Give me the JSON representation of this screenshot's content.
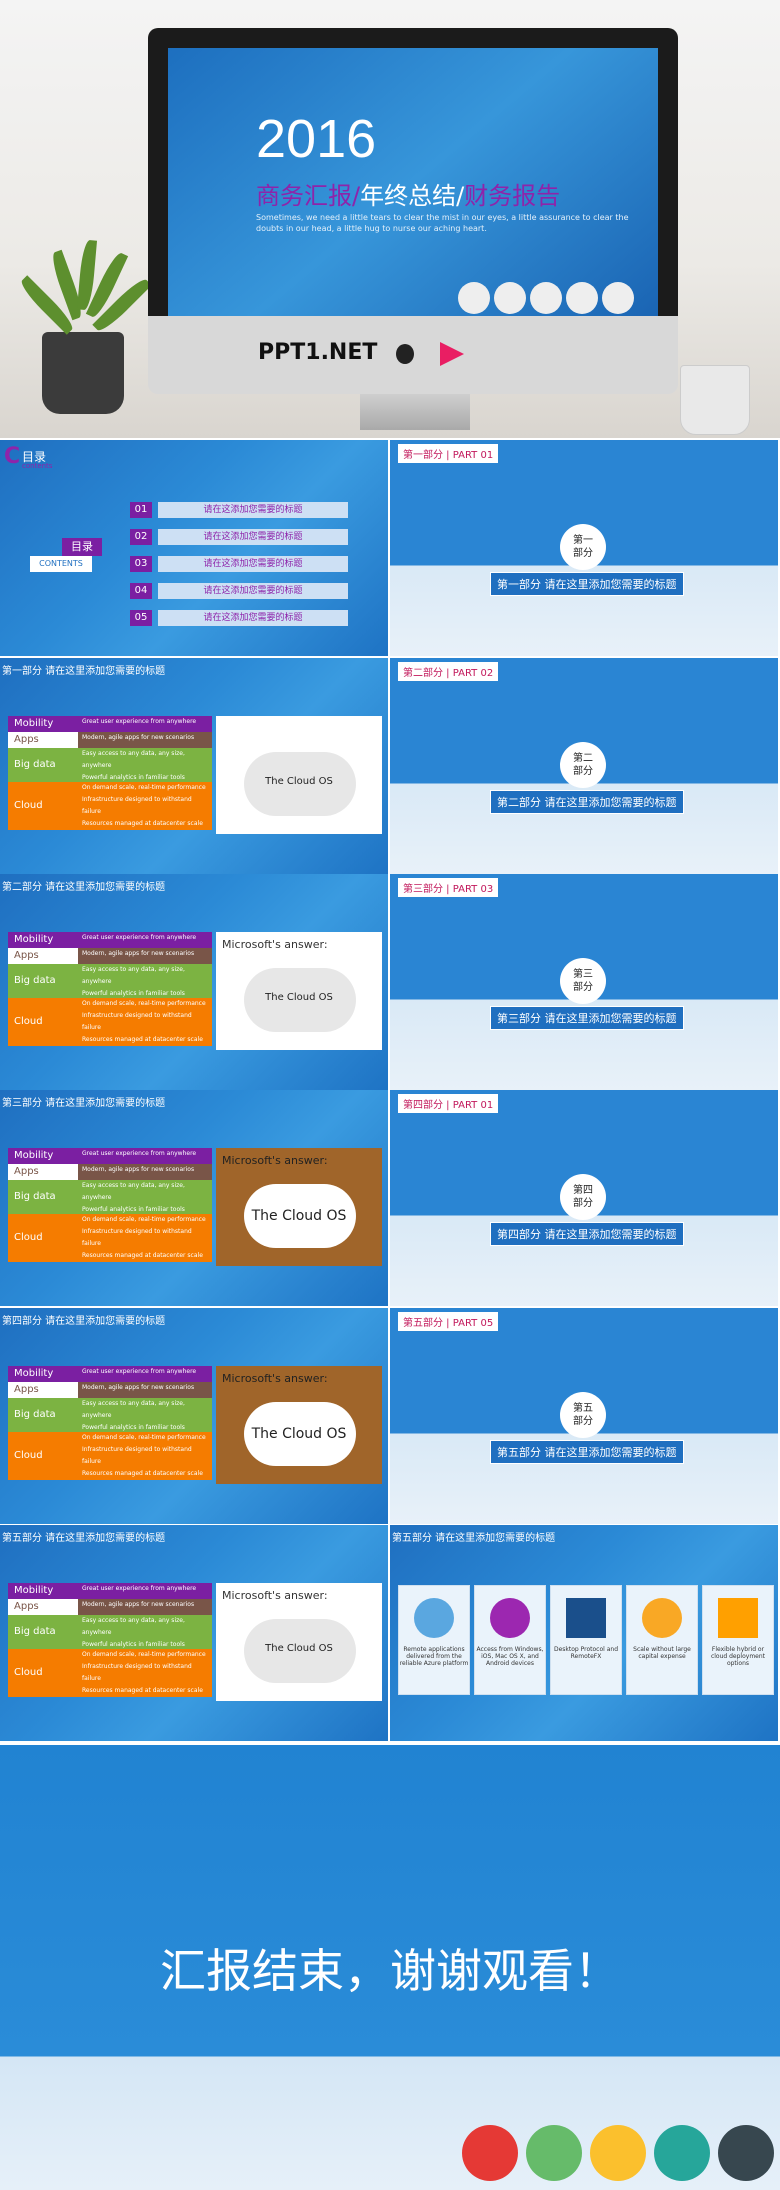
{
  "hero": {
    "year": "2016",
    "title1": "商务汇报/",
    "title2": "年终总结/",
    "title3": "财务报告",
    "subtitle": "Sometimes, we need a little tears to clear the mist in our eyes, a little assurance to clear the doubts in our head, a little hug to nurse our aching heart.",
    "brand": "PPT1.NET"
  },
  "toc": {
    "c": "C",
    "title": "目录",
    "en": "contents",
    "badge": "目录",
    "badge_en": "CONTENTS",
    "items": [
      {
        "n": "01",
        "t": "请在这添加您需要的标题"
      },
      {
        "n": "02",
        "t": "请在这添加您需要的标题"
      },
      {
        "n": "03",
        "t": "请在这添加您需要的标题"
      },
      {
        "n": "04",
        "t": "请在这添加您需要的标题"
      },
      {
        "n": "05",
        "t": "请在这添加您需要的标题"
      }
    ]
  },
  "parts": [
    {
      "tag1": "第一部分",
      "tag2": "PART 01",
      "c1": "第一",
      "c2": "部分",
      "bar": "第一部分  请在这里添加您需要的标题"
    },
    {
      "tag1": "第二部分",
      "tag2": "PART 02",
      "c1": "第二",
      "c2": "部分",
      "bar": "第二部分  请在这里添加您需要的标题"
    },
    {
      "tag1": "第三部分",
      "tag2": "PART 03",
      "c1": "第三",
      "c2": "部分",
      "bar": "第三部分  请在这里添加您需要的标题"
    },
    {
      "tag1": "第四部分",
      "tag2": "PART 01",
      "c1": "第四",
      "c2": "部分",
      "bar": "第四部分  请在这里添加您需要的标题"
    },
    {
      "tag1": "第五部分",
      "tag2": "PART 05",
      "c1": "第五",
      "c2": "部分",
      "bar": "第五部分  请在这里添加您需要的标题"
    }
  ],
  "leftslides": [
    {
      "hdr": "第一部分  请在这里添加您需要的标题",
      "answer": "",
      "cloud": "The Cloud OS"
    },
    {
      "hdr": "第二部分  请在这里添加您需要的标题",
      "answer": "Microsoft's answer:",
      "cloud": "The Cloud OS"
    },
    {
      "hdr": "第三部分  请在这里添加您需要的标题",
      "answer": "Microsoft's answer:",
      "cloud": "The Cloud OS"
    },
    {
      "hdr": "第四部分  请在这里添加您需要的标题",
      "answer": "Microsoft's answer:",
      "cloud": "The Cloud OS"
    },
    {
      "hdr": "第五部分  请在这里添加您需要的标题",
      "answer": "Microsoft's answer:",
      "cloud": "The Cloud OS"
    }
  ],
  "labels": {
    "mobility": "Mobility",
    "apps": "Apps",
    "bigdata": "Big data",
    "cloud": "Cloud",
    "r1": "Great user experience from anywhere",
    "r2": "Modern, agile apps for new scenarios",
    "r3": "Easy access to any data, any size, anywhere",
    "r4": "Powerful analytics in familiar tools",
    "r5": "On demand scale, real-time performance",
    "r6": "Infrastructure designed to withstand failure",
    "r7": "Resources managed at datacenter scale"
  },
  "features": {
    "hdr": "第五部分  请在这里添加您需要的标题",
    "items": [
      "Remote applications delivered from the reliable Azure platform",
      "Access from Windows, iOS, Mac OS X, and Android devices",
      "Desktop Protocol and RemoteFX",
      "Scale without large capital expense",
      "Flexible hybrid or cloud deployment options"
    ]
  },
  "ending": {
    "text": "汇报结束，谢谢观看！"
  }
}
